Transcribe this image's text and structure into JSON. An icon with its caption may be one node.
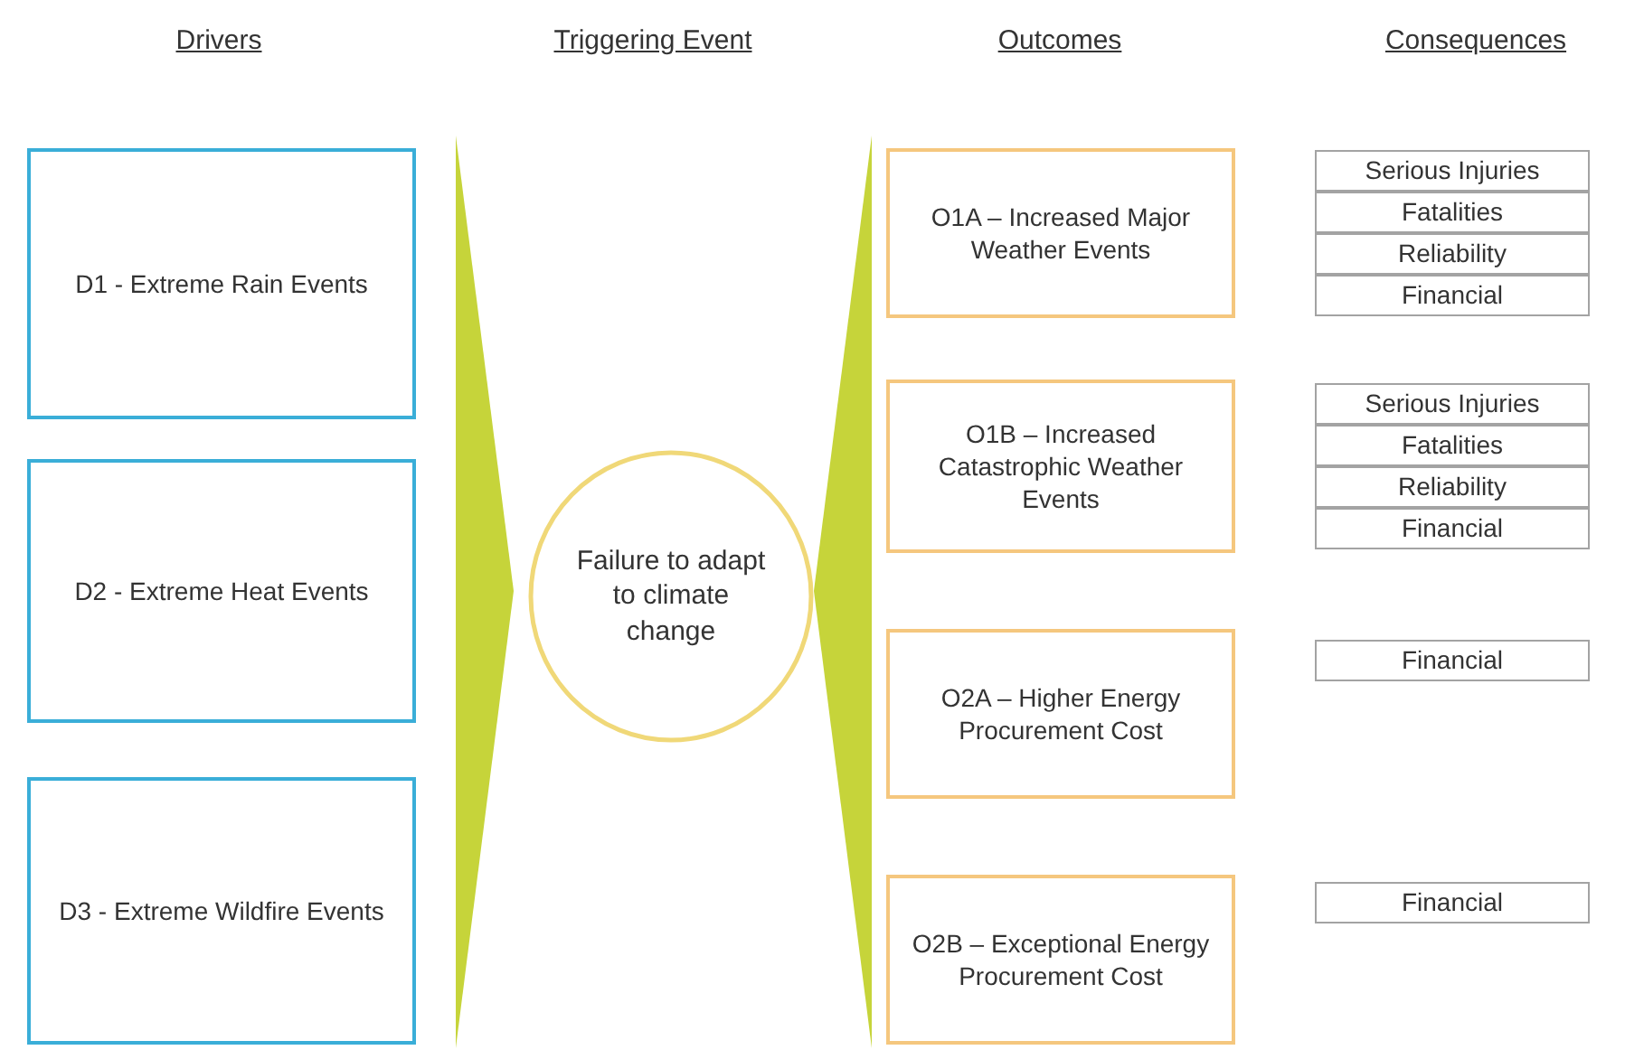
{
  "diagram": {
    "nodes": [
      {
        "text": [
          "D1 - Extreme Rain Events"
        ]
      },
      {
        "text": [
          "D2 - Extreme Heat Events"
        ]
      },
      {
        "text": [
          "D3 - Extreme Wildfire Events"
        ]
      },
      {
        "text": [],
        "shape": "triangle"
      },
      {
        "text": [
          "Failure to adapt to climate change"
        ]
      },
      {
        "text": [],
        "shape": "triangle"
      },
      {
        "text": [
          "O1A – Increased Major Weather Events"
        ]
      },
      {
        "text": [
          "O1B – Increased Catastrophic Weather Events"
        ]
      },
      {
        "text": [
          "O2A – Higher Energy Procurement Cost"
        ]
      },
      {
        "text": [
          "O2B – Exceptional Energy Procurement Cost"
        ]
      },
      {
        "text": [
          "Serious Injuries"
        ]
      },
      {
        "text": [
          "Fatalities"
        ]
      },
      {
        "text": [
          "Reliability"
        ]
      },
      {
        "text": [
          "Financial"
        ]
      },
      {
        "text": [
          "Serious Injuries"
        ]
      },
      {
        "text": [
          "Fatalities"
        ]
      },
      {
        "text": [
          "Reliability"
        ]
      },
      {
        "text": [
          "Financial"
        ]
      },
      {
        "text": [
          "Financial"
        ]
      },
      {
        "text": [
          "Financial"
        ]
      }
    ],
    "labels": [
      "Drivers",
      "Triggering Event",
      "Outcomes",
      "Consequences"
    ]
  }
}
